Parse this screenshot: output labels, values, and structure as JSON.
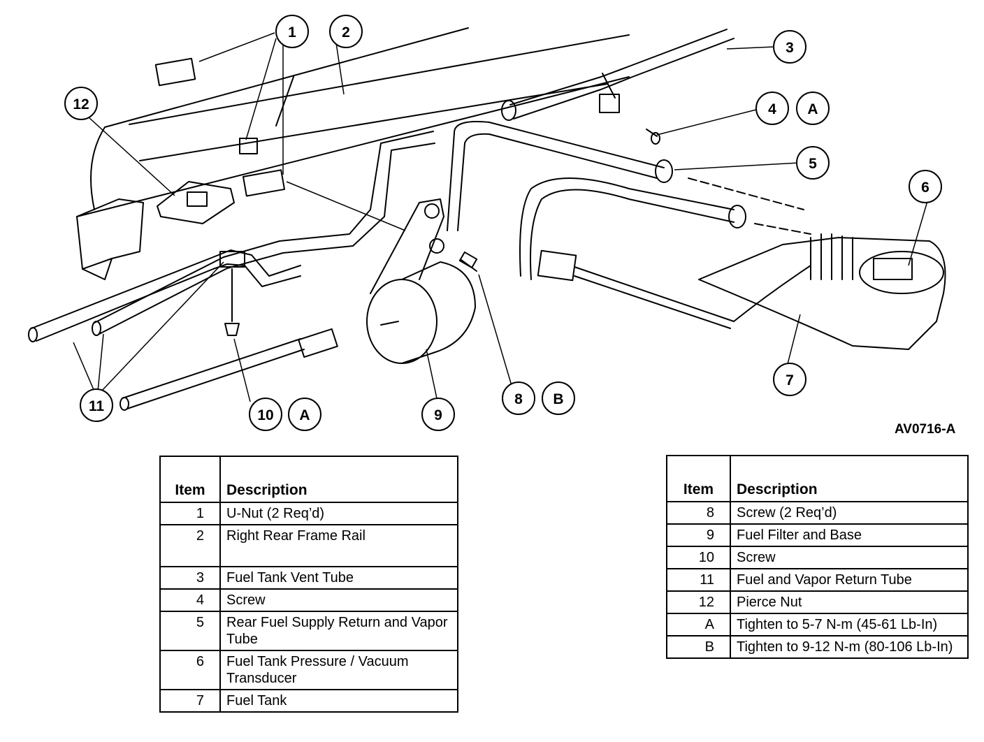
{
  "figure_id": "AV0716-A",
  "callouts": [
    {
      "label": "1"
    },
    {
      "label": "2"
    },
    {
      "label": "3"
    },
    {
      "label": "4"
    },
    {
      "label": "A"
    },
    {
      "label": "5"
    },
    {
      "label": "6"
    },
    {
      "label": "7"
    },
    {
      "label": "8"
    },
    {
      "label": "B"
    },
    {
      "label": "9"
    },
    {
      "label": "10"
    },
    {
      "label": "A"
    },
    {
      "label": "11"
    },
    {
      "label": "12"
    }
  ],
  "legend_left": {
    "header": {
      "item": "Item",
      "description": "Description"
    },
    "rows": [
      {
        "item": "1",
        "description": "U-Nut (2 Req’d)"
      },
      {
        "item": "2",
        "description": "Right Rear Frame Rail"
      },
      {
        "item": "3",
        "description": "Fuel Tank Vent Tube"
      },
      {
        "item": "4",
        "description": "Screw"
      },
      {
        "item": "5",
        "description": "Rear Fuel Supply Return and Vapor Tube"
      },
      {
        "item": "6",
        "description": "Fuel Tank Pressure / Vacuum Transducer"
      },
      {
        "item": "7",
        "description": "Fuel Tank"
      }
    ]
  },
  "legend_right": {
    "header": {
      "item": "Item",
      "description": "Description"
    },
    "rows": [
      {
        "item": "8",
        "description": "Screw (2 Req’d)"
      },
      {
        "item": "9",
        "description": "Fuel Filter and Base"
      },
      {
        "item": "10",
        "description": "Screw"
      },
      {
        "item": "11",
        "description": "Fuel and Vapor Return Tube"
      },
      {
        "item": "12",
        "description": "Pierce Nut"
      },
      {
        "item": "A",
        "description": "Tighten to 5-7 N-m (45-61 Lb-In)"
      },
      {
        "item": "B",
        "description": "Tighten to 9-12 N-m (80-106 Lb-In)"
      }
    ]
  }
}
